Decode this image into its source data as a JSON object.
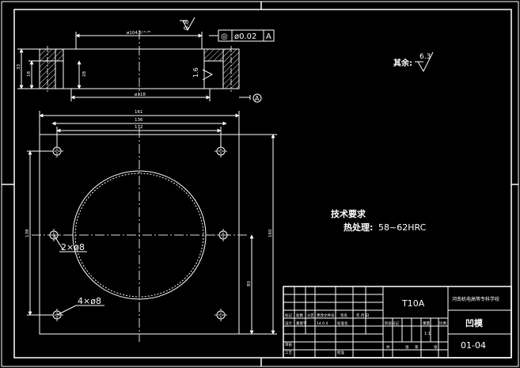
{
  "drawing": {
    "background": "#000000",
    "line_color": "#ffffff",
    "centerline_color": "#d8d8d8",
    "section_view": {
      "dim_top": "ø104.5⁺⁰·⁰⁵",
      "dim_bottom": "ø118",
      "dim_height_outer": "33",
      "dim_height_inner": "18",
      "dim_bore_depth": "28",
      "roughness_top": "0.8",
      "roughness_right": "1.6",
      "tolerance_symbol": "◎",
      "tolerance_value": "ø0.02",
      "tolerance_datum": "A",
      "datum_label": "A"
    },
    "plan_view": {
      "dim_overall_width": "161",
      "dim_hole_spacing_outer": "136",
      "dim_hole_spacing_inner": "132",
      "dim_overall_height": "160",
      "dim_left_height": "138",
      "dim_right_height": "80",
      "label_holes_2": "2×ø8",
      "label_holes_4": "4×ø8"
    },
    "other_roughness": {
      "label": "其余:",
      "value": "6.3"
    },
    "tech_requirements": {
      "title": "技术要求",
      "heat_label": "热处理:",
      "heat_value": "58~62HRC"
    },
    "title_block": {
      "material": "T10A",
      "school": "河南机电高等专科学校",
      "part_name": "凹模",
      "drawing_no": "01-04",
      "mark_labels": [
        "标记",
        "处数",
        "分区",
        "更改文件号",
        "签名",
        "年.月.日"
      ],
      "design_row": [
        "设计",
        "葛俊宇",
        "14.0.4",
        "标准化"
      ],
      "stage_headers": [
        "阶段标记",
        "重量",
        "比例"
      ],
      "scale": "1:1",
      "review_label": "审核",
      "process_label": "工艺",
      "approve_label": "批准",
      "sheet_info": [
        "共",
        "张",
        "第",
        "张"
      ]
    }
  }
}
